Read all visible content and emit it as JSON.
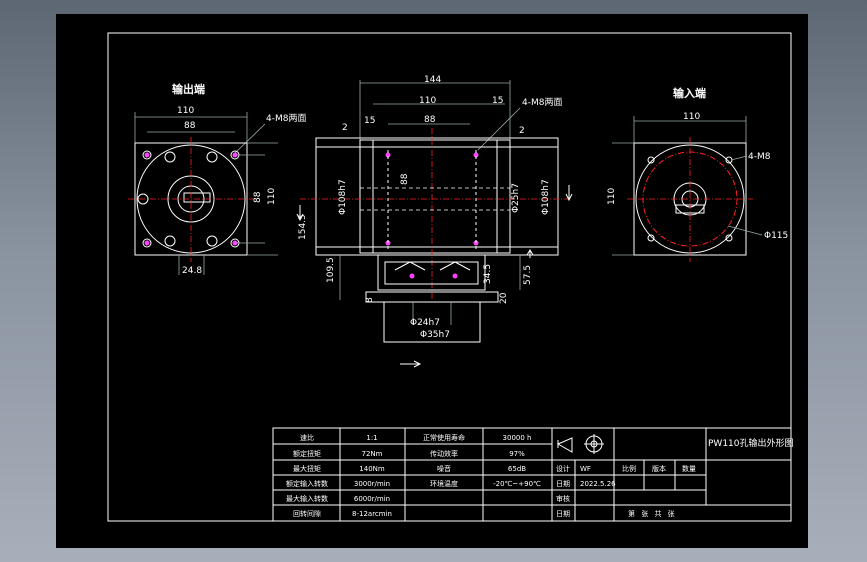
{
  "output_view": {
    "title": "输出端",
    "dim_110": "110",
    "dim_88": "88",
    "holes_label": "4-M8两面",
    "dim_88_v": "88",
    "dim_110_v": "110",
    "dim_24_8": "24.8"
  },
  "side_view": {
    "dim_144": "144",
    "dim_110": "110",
    "dim_15a": "15",
    "dim_15b": "15",
    "dim_2a": "2",
    "dim_2b": "2",
    "dim_88": "88",
    "holes_label": "4-M8两面",
    "dim_88_v": "88",
    "dia_left": "Φ108h7",
    "dia_mid": "Φ25h7",
    "dia_right": "Φ108h7",
    "dim_154_5": "154.5",
    "dim_109_5": "109.5",
    "dim_34_5": "34.5",
    "dim_57_5": "57.5",
    "dim_20": "20",
    "dim_8": "8",
    "dia_24": "Φ24h7",
    "dia_35": "Φ35h7"
  },
  "input_view": {
    "title": "输入端",
    "dim_110": "110",
    "holes_label": "4-M8",
    "dim_110_v": "110",
    "dia_115": "Φ115"
  },
  "specs": [
    {
      "k1": "速比",
      "v1": "1:1",
      "k2": "正常使用寿命",
      "v2": "30000 h"
    },
    {
      "k1": "额定扭矩",
      "v1": "72Nm",
      "k2": "传动效率",
      "v2": "97%"
    },
    {
      "k1": "最大扭矩",
      "v1": "140Nm",
      "k2": "噪音",
      "v2": "65dB"
    },
    {
      "k1": "额定输入转数",
      "v1": "3000r/min",
      "k2": "环境温度",
      "v2": "-20℃~+90℃"
    },
    {
      "k1": "最大输入转数",
      "v1": "6000r/min",
      "k2": "",
      "v2": ""
    },
    {
      "k1": "回转间隙",
      "v1": "8-12arcmin",
      "k2": "",
      "v2": ""
    }
  ],
  "title_block": {
    "drawing_title": "PW110孔输出外形图",
    "design_label": "设计",
    "designer": "WF",
    "scale_label": "比例",
    "version_label": "版本",
    "qty_label": "数量",
    "date_label": "日期",
    "date": "2022.5.26",
    "check_label": "审核",
    "date_label2": "日期",
    "sheets": "第 张 共 张"
  }
}
